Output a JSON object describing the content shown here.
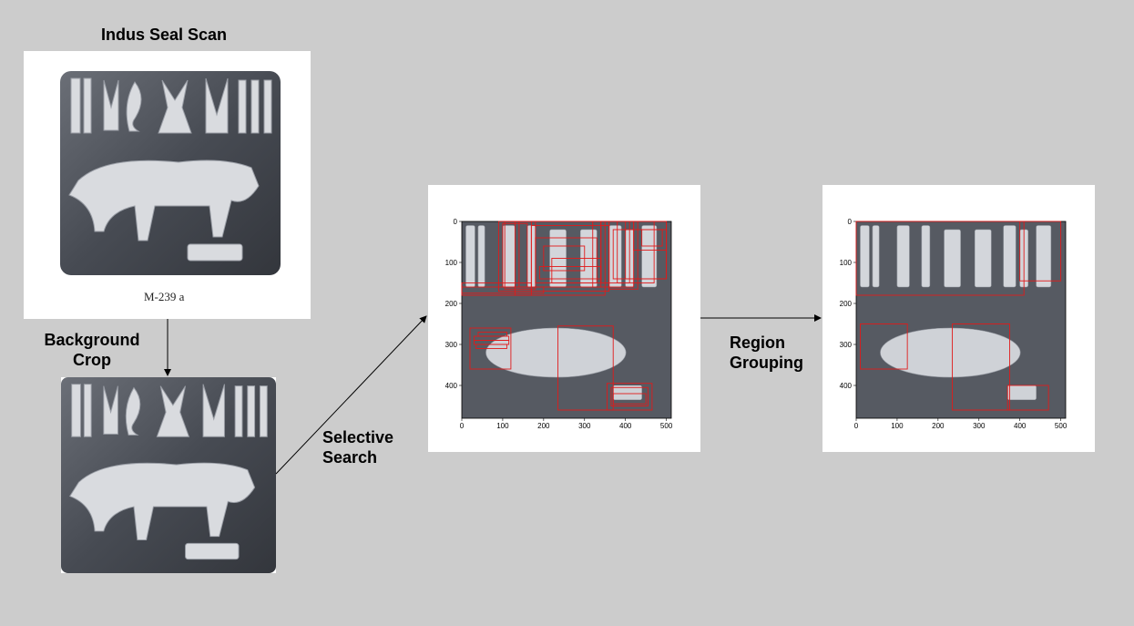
{
  "title": "Indus Seal Scan",
  "seal_caption": "M-239 a",
  "steps": {
    "crop": [
      "Background",
      "Crop"
    ],
    "search": [
      "Selective",
      "Search"
    ],
    "grouping": [
      "Region",
      "Grouping"
    ]
  },
  "plot_axes": {
    "x_ticks": [
      "0",
      "100",
      "200",
      "300",
      "400",
      "500"
    ],
    "y_ticks": [
      "0",
      "100",
      "200",
      "300",
      "400"
    ]
  },
  "colors": {
    "box": "#e01b1b",
    "background": "#cccccc",
    "seal": "#4d5159"
  }
}
